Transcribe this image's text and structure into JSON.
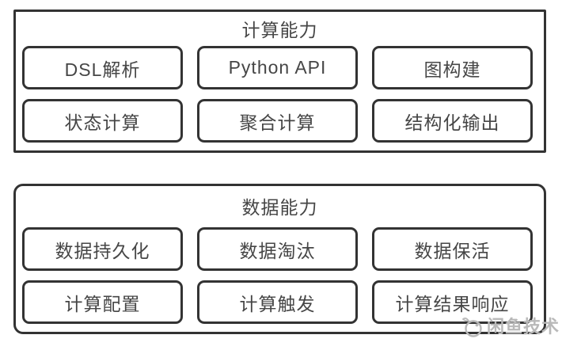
{
  "diagram": {
    "sections": [
      {
        "title": "计算能力",
        "items": [
          {
            "label": "DSL解析"
          },
          {
            "label": "Python API"
          },
          {
            "label": "图构建"
          },
          {
            "label": "状态计算"
          },
          {
            "label": "聚合计算"
          },
          {
            "label": "结构化输出"
          }
        ]
      },
      {
        "title": "数据能力",
        "items": [
          {
            "label": "数据持久化"
          },
          {
            "label": "数据淘汰"
          },
          {
            "label": "数据保活"
          },
          {
            "label": "计算配置"
          },
          {
            "label": "计算触发"
          },
          {
            "label": "计算结果响应"
          }
        ]
      }
    ],
    "watermark": {
      "icon": "xianyu-fish-logo-icon",
      "text": "闲鱼技术",
      "color": "#b9b9b9"
    },
    "colors": {
      "background": "#ffffff",
      "border": "#333333",
      "text": "#464646"
    }
  }
}
